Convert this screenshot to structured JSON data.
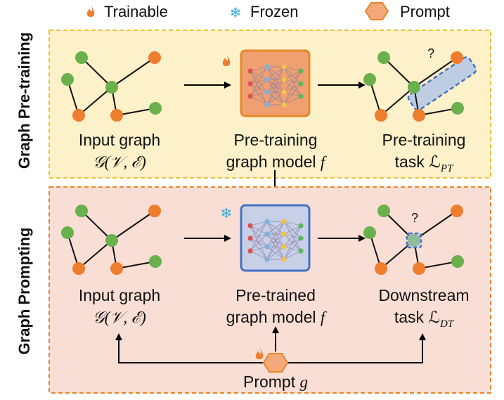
{
  "colors": {
    "pretrain_bg": "#fdf1c9",
    "pretrain_border": "#f0c030",
    "prompt_bg": "#f8ded4",
    "prompt_border": "#e8862a",
    "node_green": "#6ab04c",
    "node_orange": "#ef7d2e",
    "trainable_model_bg": "#f0a070",
    "frozen_model_bg": "#c8d0e8",
    "frozen_model_border": "#4472c4",
    "prompt_hex": "#f4a97a",
    "highlight_fill": "#b4c7e7",
    "highlight_border": "#4472c4"
  },
  "legend": {
    "trainable_icon": "flame-icon",
    "trainable": "Trainable",
    "frozen_icon": "snowflake-icon",
    "frozen": "Frozen",
    "prompt_icon": "hexagon-icon",
    "prompt": "Prompt"
  },
  "pretraining": {
    "section_label": "Graph Pre-training",
    "input_label_1": "Input graph",
    "input_label_2": "𝒢(𝒱, ℰ)",
    "model_label_1": "Pre-training",
    "model_label_2": "graph model ",
    "model_symbol": "f",
    "task_label_1": "Pre-training",
    "task_label_2": "task ℒ",
    "task_subscript": "PT",
    "question_mark": "?"
  },
  "prompting": {
    "section_label": "Graph Prompting",
    "input_label_1": "Input graph",
    "input_label_2": "𝒢(𝒱, ℰ)",
    "model_label_1": "Pre-trained",
    "model_label_2": "graph model ",
    "model_symbol": "f",
    "task_label_1": "Downstream",
    "task_label_2": "task ℒ",
    "task_subscript": "DT",
    "question_mark": "?",
    "prompt_label": "Prompt ",
    "prompt_symbol": "g"
  }
}
